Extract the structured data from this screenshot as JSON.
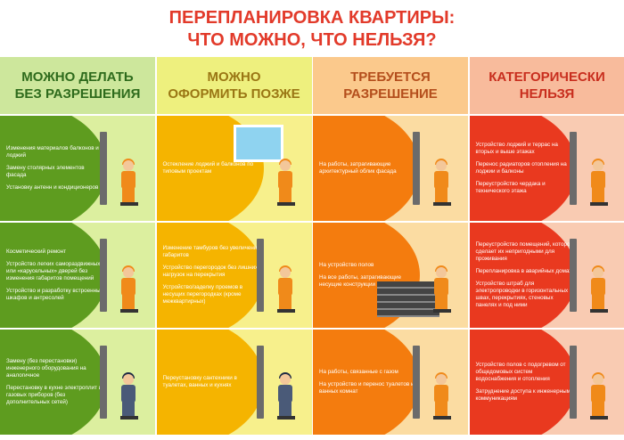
{
  "title": {
    "line1": "ПЕРЕПЛАНИРОВКА КВАРТИРЫ:",
    "line2": "ЧТО МОЖНО, ЧТО НЕЛЬЗЯ?"
  },
  "columns": [
    {
      "header": [
        "МОЖНО ДЕЛАТЬ",
        "БЕЗ РАЗРЕШЕНИЯ"
      ],
      "colors": {
        "header_bg": "#cde79c",
        "header_text": "#2e6b1c",
        "blob": "#5e9c1f",
        "bg": "#dcef9f"
      },
      "cells": [
        [
          "Изменения материалов балконов и лоджий",
          "Замену столярных элементов фасада",
          "Установку антенн и кондиционеров"
        ],
        [
          "Косметический ремонт",
          "Устройство легких самораздвижных или «карусельных» дверей без изменения габаритов помещений",
          "Устройство и разработку встроенных шкафов и антресолей"
        ],
        [
          "Замену (без перестановки) инженерного оборудования на аналогичное",
          "Перестановку в кухне электроплит и газовых приборов (без дополнительных сетей)"
        ]
      ]
    },
    {
      "header": [
        "МОЖНО",
        "ОФОРМИТЬ ПОЗЖЕ"
      ],
      "colors": {
        "header_bg": "#eef07e",
        "header_text": "#9a7614",
        "blob": "#f5b400",
        "bg": "#f7f08c"
      },
      "cells": [
        [
          "Остекление лоджий и балконов по типовым проектам"
        ],
        [
          "Изменение тамбуров без увеличения габаритов",
          "Устройство перегородок без лишних нагрузок на перекрытия",
          "Устройство/заделку проемов в несущих перегородках (кроме межквартирных)"
        ],
        [
          "Переустановку сантехники в туалетах, ванных и кухнях"
        ]
      ]
    },
    {
      "header": [
        "ТРЕБУЕТСЯ",
        "РАЗРЕШЕНИЕ"
      ],
      "colors": {
        "header_bg": "#fbc98c",
        "header_text": "#b44e1c",
        "blob": "#f47c0e",
        "bg": "#fbdca2"
      },
      "cells": [
        [
          "На работы, затрагивающие архитектурный облик фасада"
        ],
        [
          "На устройство полов",
          "На все работы, затрагивающие несущие конструкции"
        ],
        [
          "На работы, связанные с газом",
          "На устройство и перенос туалетов и ванных комнат"
        ]
      ]
    },
    {
      "header": [
        "КАТЕГОРИЧЕСКИ",
        "НЕЛЬЗЯ"
      ],
      "colors": {
        "header_bg": "#f8bb9c",
        "header_text": "#c82e1e",
        "blob": "#e9391f",
        "bg": "#f9cbb2"
      },
      "cells": [
        [
          "Устройство лоджий и террас на вторых и выше этажах",
          "Перенос радиаторов отопления на лоджии и балконы",
          "Переустройство чердака и технического этажа"
        ],
        [
          "Переустройство помещений, которое сделает их непригодными для проживания",
          "Перепланировка в аварийных домах",
          "Устройство штраб для электропроводки в горизонтальных швах, перекрытиях, стеновых панелях и под ними"
        ],
        [
          "Устройство полов с подогревом от общедомовых систем водоснабжения и отопления",
          "Затруднение доступа к инженерным коммуникациям"
        ]
      ]
    }
  ]
}
